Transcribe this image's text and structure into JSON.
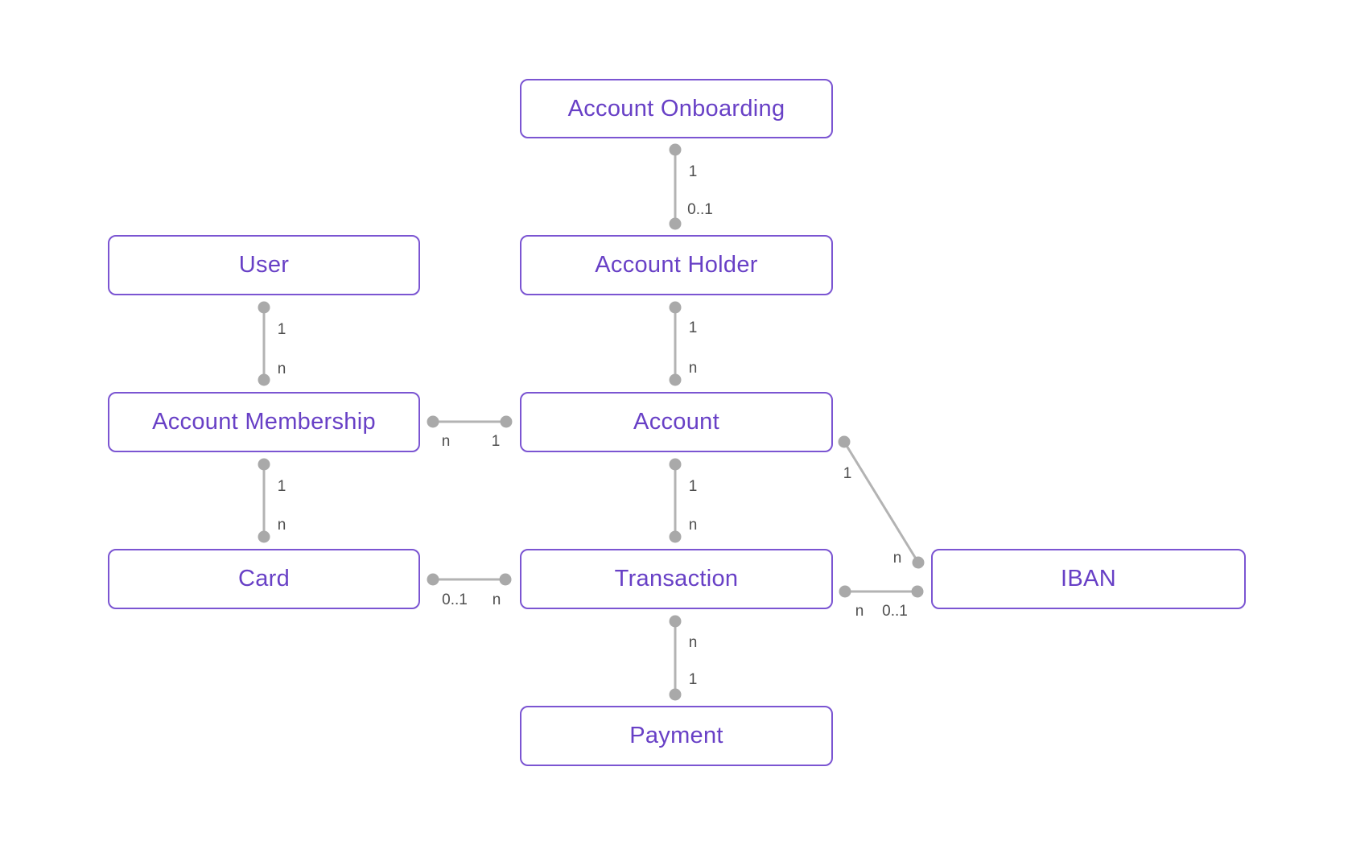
{
  "colors": {
    "background": "#ffffff",
    "entity_border": "#7b55d2",
    "entity_text": "#6840c6",
    "connector_line": "#b3b3b3",
    "connector_dot": "#a9a9a9",
    "cardinality_text": "#4e4e4e"
  },
  "diagram": {
    "entities": [
      {
        "id": "account-onboarding",
        "label": "Account Onboarding"
      },
      {
        "id": "user",
        "label": "User"
      },
      {
        "id": "account-holder",
        "label": "Account Holder"
      },
      {
        "id": "account-membership",
        "label": "Account Membership"
      },
      {
        "id": "account",
        "label": "Account"
      },
      {
        "id": "card",
        "label": "Card"
      },
      {
        "id": "transaction",
        "label": "Transaction"
      },
      {
        "id": "iban",
        "label": "IBAN"
      },
      {
        "id": "payment",
        "label": "Payment"
      }
    ],
    "relationships": [
      {
        "from": "Account Onboarding",
        "to": "Account Holder",
        "from_card": "1",
        "to_card": "0..1"
      },
      {
        "from": "User",
        "to": "Account Membership",
        "from_card": "1",
        "to_card": "n"
      },
      {
        "from": "Account Holder",
        "to": "Account",
        "from_card": "1",
        "to_card": "n"
      },
      {
        "from": "Account Membership",
        "to": "Account",
        "from_card": "n",
        "to_card": "1"
      },
      {
        "from": "Account Membership",
        "to": "Card",
        "from_card": "1",
        "to_card": "n"
      },
      {
        "from": "Account",
        "to": "Transaction",
        "from_card": "1",
        "to_card": "n"
      },
      {
        "from": "Account",
        "to": "IBAN",
        "from_card": "1",
        "to_card": "n"
      },
      {
        "from": "Card",
        "to": "Transaction",
        "from_card": "0..1",
        "to_card": "n"
      },
      {
        "from": "Transaction",
        "to": "IBAN",
        "from_card": "n",
        "to_card": "0..1"
      },
      {
        "from": "Transaction",
        "to": "Payment",
        "from_card": "n",
        "to_card": "1"
      }
    ]
  }
}
